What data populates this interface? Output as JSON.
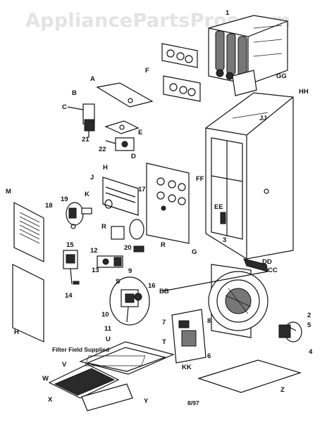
{
  "watermark": "AppliancePartsPros.com",
  "footer": {
    "filter_note": "Filter Field Supplied",
    "date_code": "8/97"
  },
  "labels": {
    "l_1": "1",
    "l_2": "2",
    "l_3": "3",
    "l_4": "4",
    "l_5": "5",
    "l_6": "6",
    "l_7": "7",
    "l_8": "8",
    "l_9": "9",
    "l_10": "10",
    "l_11": "11",
    "l_12": "12",
    "l_13": "13",
    "l_14": "14",
    "l_15": "15",
    "l_16": "16",
    "l_17": "17",
    "l_18": "18",
    "l_19": "19",
    "l_20": "20",
    "l_21": "21",
    "l_22": "22",
    "l_A": "A",
    "l_B": "B",
    "l_C": "C",
    "l_D": "D",
    "l_E": "E",
    "l_F": "F",
    "l_G": "G",
    "l_H": "H",
    "l_H2": "H",
    "l_J": "J",
    "l_K": "K",
    "l_M": "M",
    "l_R1": "R",
    "l_R2": "R",
    "l_S": "S",
    "l_T": "T",
    "l_U": "U",
    "l_V": "V",
    "l_W": "W",
    "l_X": "X",
    "l_Y": "Y",
    "l_Z": "Z",
    "l_BB": "BB",
    "l_CC": "CC",
    "l_DD": "DD",
    "l_EE": "EE",
    "l_FF": "FF",
    "l_GG": "GG",
    "l_HH": "HH",
    "l_JJ": "JJ",
    "l_KK": "KK"
  }
}
